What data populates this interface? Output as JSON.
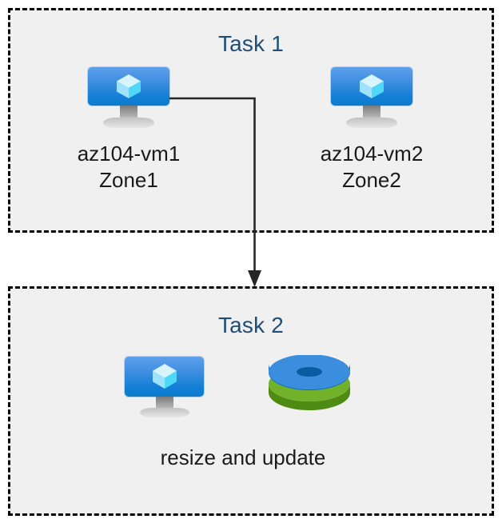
{
  "diagram": {
    "background_color": "#ffffff",
    "box_fill_color": "#f0f0f0",
    "box_border_color": "#000000",
    "title_color": "#1f4e79",
    "label_color": "#1a1a1a",
    "connector_color": "#262626"
  },
  "task1": {
    "title": "Task 1",
    "nodes": [
      {
        "icon": "azure-virtual-machine-icon",
        "label": "az104-vm1\nZone1",
        "name": "az104-vm1",
        "zone": "Zone1"
      },
      {
        "icon": "azure-virtual-machine-icon",
        "label": "az104-vm2\nZone2",
        "name": "az104-vm2",
        "zone": "Zone2"
      }
    ]
  },
  "task2": {
    "title": "Task 2",
    "icons": [
      {
        "icon": "azure-virtual-machine-icon"
      },
      {
        "icon": "azure-disks-icon"
      }
    ],
    "caption": "resize and update"
  },
  "connector": {
    "from": "az104-vm1",
    "to": "task2-box",
    "arrow_head": "down-arrow-icon"
  }
}
